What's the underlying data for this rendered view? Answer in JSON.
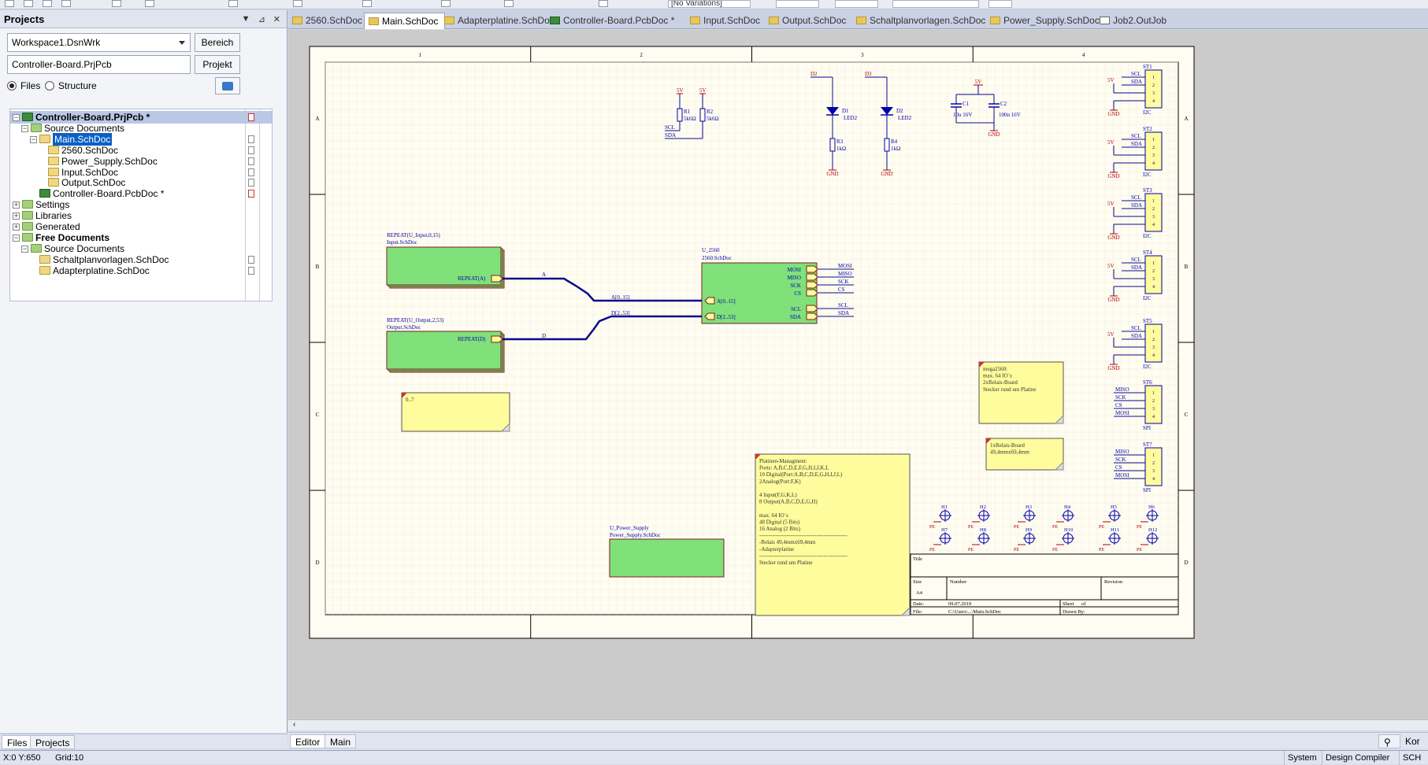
{
  "toolbar": {
    "variations_label": "[No Variations]"
  },
  "panel": {
    "title": "Projects",
    "workspace_value": "Workspace1.DsnWrk",
    "workspace_button": "Bereich",
    "project_value": "Controller-Board.PrjPcb",
    "project_button": "Projekt",
    "radio_files": "Files",
    "radio_structure": "Structure",
    "tree": [
      {
        "label": "Controller-Board.PrjPcb *",
        "indent": 0
      },
      {
        "label": "Source Documents",
        "indent": 1
      },
      {
        "label": "Main.SchDoc",
        "indent": 2
      },
      {
        "label": "2560.SchDoc",
        "indent": 3
      },
      {
        "label": "Power_Supply.SchDoc",
        "indent": 3
      },
      {
        "label": "Input.SchDoc",
        "indent": 3
      },
      {
        "label": "Output.SchDoc",
        "indent": 3
      },
      {
        "label": "Controller-Board.PcbDoc *",
        "indent": 2
      },
      {
        "label": "Settings",
        "indent": 0
      },
      {
        "label": "Libraries",
        "indent": 0
      },
      {
        "label": "Generated",
        "indent": 0
      },
      {
        "label": "Free Documents",
        "indent": 0
      },
      {
        "label": "Source Documents",
        "indent": 1
      },
      {
        "label": "Schaltplanvorlagen.SchDoc",
        "indent": 2
      },
      {
        "label": "Adapterplatine.SchDoc",
        "indent": 2
      }
    ],
    "bottom_tabs": [
      "Files",
      "Projects"
    ]
  },
  "doc_tabs": [
    {
      "label": "2560.SchDoc",
      "kind": "sch"
    },
    {
      "label": "Main.SchDoc",
      "kind": "sch"
    },
    {
      "label": "Adapterplatine.SchDoc",
      "kind": "sch"
    },
    {
      "label": "Controller-Board.PcbDoc *",
      "kind": "pcb"
    },
    {
      "label": "Input.SchDoc",
      "kind": "sch"
    },
    {
      "label": "Output.SchDoc",
      "kind": "sch"
    },
    {
      "label": "Schaltplanvorlagen.SchDoc",
      "kind": "sch"
    },
    {
      "label": "Power_Supply.SchDoc",
      "kind": "sch"
    },
    {
      "label": "Job2.OutJob",
      "kind": "out"
    }
  ],
  "schematic": {
    "zone_cols": [
      "1",
      "2",
      "3",
      "4"
    ],
    "zone_rows": [
      "A",
      "B",
      "C",
      "D"
    ],
    "colors": {
      "sheet": "#fffdf2",
      "frame": "#000000",
      "wire": "#0a0a8c",
      "sheet_symbol": "#80e07a",
      "note": "#fefc9c",
      "power": "#b30000",
      "component": "#0000aa"
    },
    "resistors": [
      {
        "des": "R1",
        "val": "5k6Ω",
        "power": "5V"
      },
      {
        "des": "R2",
        "val": "5k6Ω",
        "power": "5V"
      },
      {
        "des": "R3",
        "val": "1kΩ",
        "power": "GND"
      },
      {
        "des": "R4",
        "val": "1kΩ",
        "power": "GND"
      }
    ],
    "net_labels_top": [
      "SCL",
      "SDA"
    ],
    "leds": [
      {
        "des": "D1",
        "val": "LED2",
        "net": "D2"
      },
      {
        "des": "D2",
        "val": "LED2",
        "net": "D3"
      }
    ],
    "caps": [
      {
        "des": "C1",
        "val": "10u 16V"
      },
      {
        "des": "C2",
        "val": "100n 16V"
      }
    ],
    "power_5v": "5V",
    "gnd": "GND",
    "connectors": [
      {
        "des": "ST1",
        "type": "I2C",
        "pins": [
          "SCL",
          "SDA",
          "5V",
          "GND"
        ]
      },
      {
        "des": "ST2",
        "type": "I2C",
        "pins": [
          "SCL",
          "SDA",
          "5V",
          "GND"
        ]
      },
      {
        "des": "ST3",
        "type": "I2C",
        "pins": [
          "SCL",
          "SDA",
          "5V",
          "GND"
        ]
      },
      {
        "des": "ST4",
        "type": "I2C",
        "pins": [
          "SCL",
          "SDA",
          "5V",
          "GND"
        ]
      },
      {
        "des": "ST5",
        "type": "I2C",
        "pins": [
          "SCL",
          "SDA",
          "5V",
          "GND"
        ]
      },
      {
        "des": "ST6",
        "type": "SPI",
        "pins": [
          "MISO",
          "SCK",
          "CS",
          "MOSI"
        ]
      },
      {
        "des": "ST7",
        "type": "SPI",
        "pins": [
          "MISO",
          "SCK",
          "CS",
          "MOSI"
        ]
      }
    ],
    "connector_pin_numbers": [
      "1",
      "2",
      "3",
      "4"
    ],
    "sheet_input": {
      "repeat": "REPEAT(U_Input,0,15)",
      "file": "Input.SchDoc",
      "port": "REPEAT(A)",
      "net": "A"
    },
    "sheet_output": {
      "repeat": "REPEAT(U_Output,2,53)",
      "file": "Output.SchDoc",
      "port": "REPEAT(D)",
      "net": "D"
    },
    "sheet_2560": {
      "name": "U_2560",
      "file": "2560.SchDoc",
      "ports_right": [
        "MOSI",
        "MISO",
        "SCK",
        "CS",
        "SCL",
        "SDA"
      ],
      "ports_left": [
        "A[0..15]",
        "D[2..53]"
      ]
    },
    "bus_labels": [
      "A[0..15]",
      "D[2..53]"
    ],
    "sheet_power": {
      "name": "U_Power_Supply",
      "file": "Power_Supply.SchDoc"
    },
    "note_small": "0..7",
    "note_mega": [
      "mega2560:",
      "max. 64 IO´s",
      "2xRelais-Board",
      "Stecker rund um Platine"
    ],
    "note_relais": [
      "1xRelais-Board",
      "49,4mmx69,4mm"
    ],
    "note_platines": [
      "Platinen-Managment:",
      "Ports: A,B,C,D,E,F,G,H,I,J,K,L",
      "10 Digital(Port:A,B,C,D,E,G,H,I,J,L)",
      "2Analog(Port:F,K)",
      "",
      "4 Input(F,G,K,L)",
      "8 Output(A,B,C,D,E,G,H)",
      "",
      "max. 64 IO´s",
      "48 Digital (5 Bits)",
      "16 Analog (2 Bits)",
      "------------------------------------------------",
      "-Relais 49,4mmx69,4mm",
      "-Adapterplatine",
      "------------------------------------------------",
      "Stecker rund um Platine"
    ],
    "mounting_holes": [
      "H1",
      "H2",
      "H3",
      "H4",
      "H5",
      "H6",
      "H7",
      "H8",
      "H9",
      "H10",
      "H11",
      "H12"
    ],
    "pe_label": "PE",
    "title_block": {
      "title": "Title",
      "size": "Size",
      "size_val": "A4",
      "number": "Number",
      "revision": "Revision",
      "date": "Date:",
      "date_val": "09.07.2019",
      "sheet": "Sheet",
      "of": "of",
      "file": "File:",
      "file_val": "C:\\Users\\...\\Main.SchDoc",
      "drawn_by": "Drawn By:"
    }
  },
  "editor_tabs": [
    "Editor",
    "Main"
  ],
  "status": {
    "coords": "X:0 Y:650",
    "grid": "Grid:10",
    "system": "System",
    "design_compiler": "Design Compiler",
    "sch": "SCH",
    "kor": "Kor"
  }
}
